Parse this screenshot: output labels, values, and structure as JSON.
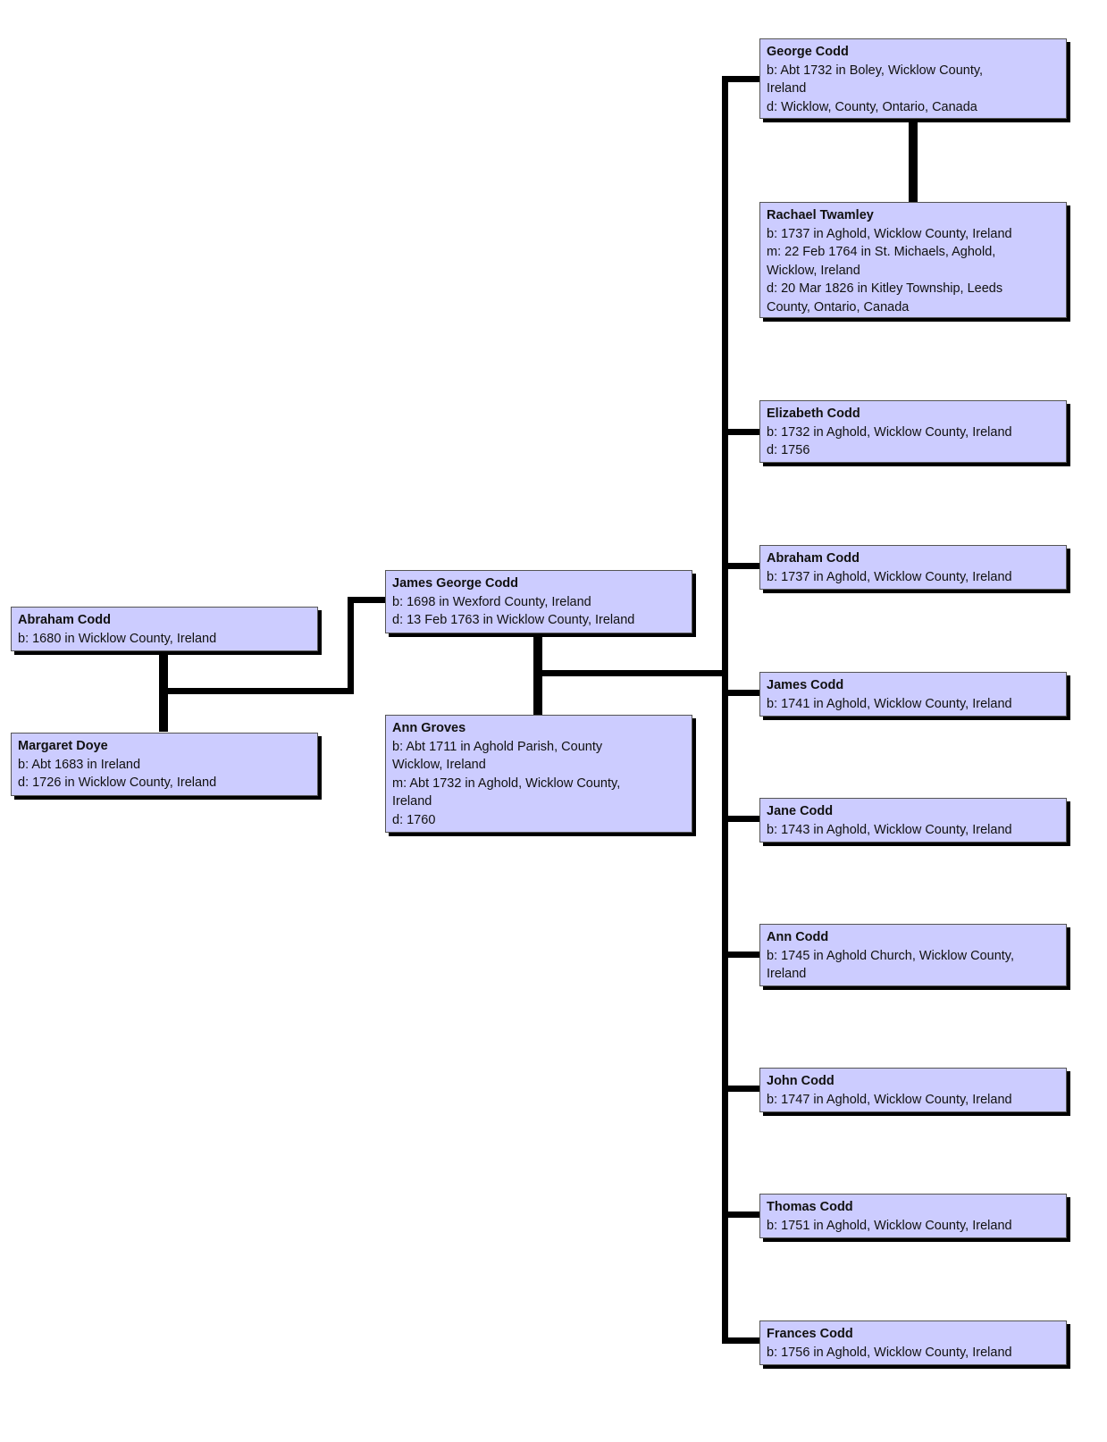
{
  "people": {
    "abraham_sr": {
      "name": "Abraham Codd",
      "lines": [
        "b: 1680 in Wicklow County, Ireland"
      ]
    },
    "margaret": {
      "name": "Margaret Doye",
      "lines": [
        "b: Abt 1683 in Ireland",
        "d: 1726 in Wicklow County, Ireland"
      ]
    },
    "james_george": {
      "name": "James George Codd",
      "lines": [
        "b: 1698 in Wexford County, Ireland",
        "d: 13 Feb 1763 in Wicklow County, Ireland"
      ]
    },
    "ann_groves": {
      "name": "Ann Groves",
      "lines": [
        "b: Abt 1711 in Aghold Parish, County",
        "Wicklow, Ireland",
        "m: Abt 1732 in Aghold, Wicklow County,",
        "Ireland",
        "d: 1760"
      ]
    },
    "george": {
      "name": "George Codd",
      "lines": [
        "b: Abt 1732 in Boley, Wicklow County,",
        "Ireland",
        "d: Wicklow, County, Ontario, Canada"
      ]
    },
    "rachael": {
      "name": "Rachael Twamley",
      "lines": [
        "b: 1737 in Aghold, Wicklow County, Ireland",
        "m: 22 Feb 1764 in St. Michaels, Aghold,",
        "Wicklow, Ireland",
        "d: 20 Mar 1826 in Kitley Township, Leeds",
        "County, Ontario, Canada"
      ]
    },
    "elizabeth": {
      "name": "Elizabeth Codd",
      "lines": [
        "b: 1732 in Aghold, Wicklow County, Ireland",
        "d: 1756"
      ]
    },
    "abraham": {
      "name": "Abraham Codd",
      "lines": [
        "b: 1737 in Aghold, Wicklow County, Ireland"
      ]
    },
    "james": {
      "name": "James Codd",
      "lines": [
        "b: 1741 in Aghold, Wicklow County, Ireland"
      ]
    },
    "jane": {
      "name": "Jane Codd",
      "lines": [
        "b: 1743 in Aghold, Wicklow County, Ireland"
      ]
    },
    "ann": {
      "name": "Ann Codd",
      "lines": [
        "b: 1745 in Aghold Church, Wicklow County,",
        "Ireland"
      ]
    },
    "john": {
      "name": "John Codd",
      "lines": [
        "b: 1747 in Aghold, Wicklow County, Ireland"
      ]
    },
    "thomas": {
      "name": "Thomas Codd",
      "lines": [
        "b: 1751 in Aghold, Wicklow County, Ireland"
      ]
    },
    "frances": {
      "name": "Frances Codd",
      "lines": [
        "b: 1756 in Aghold, Wicklow County, Ireland"
      ]
    }
  }
}
